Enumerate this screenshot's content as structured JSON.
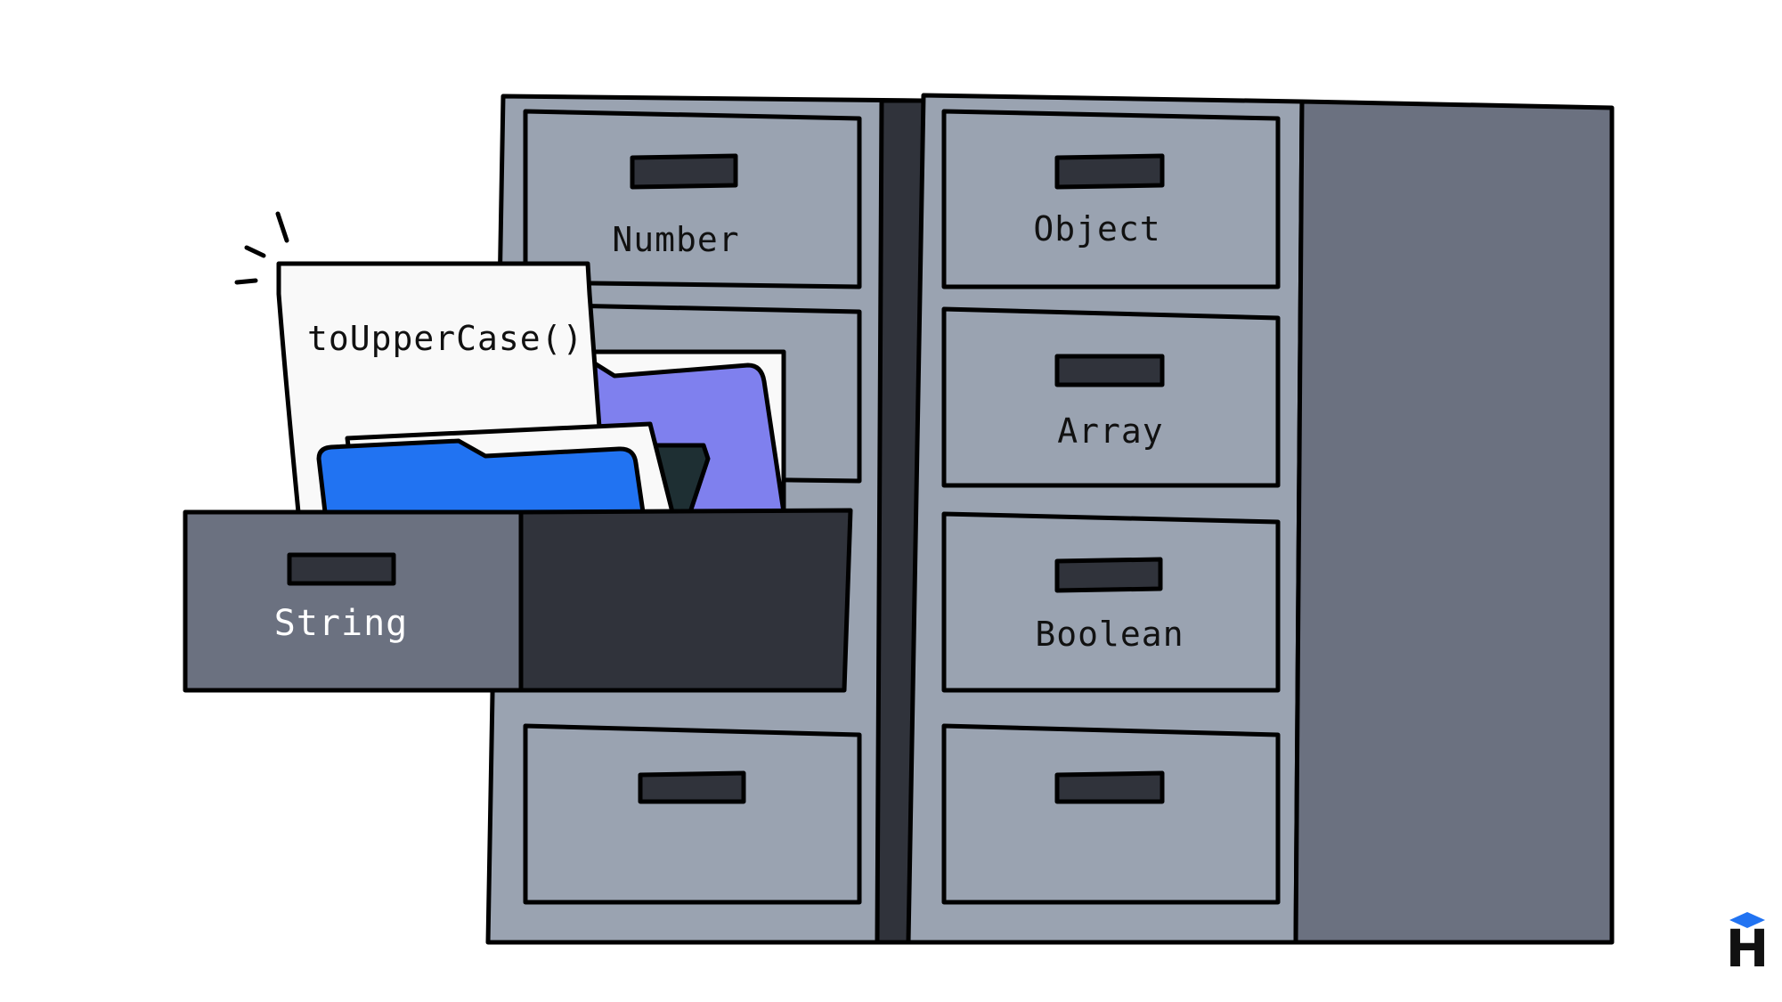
{
  "colors": {
    "cabinet": "#9AA3B1",
    "cabinet_dark": "#6B7180",
    "gap": "#30333B",
    "handle": "#30333B",
    "folder_blue": "#2173F2",
    "folder_purple": "#7F80EE",
    "folder_teal": "#1E2F33",
    "paper": "#F9F9F9",
    "outline": "#000000",
    "logo_blue": "#2173F2"
  },
  "drawers": {
    "number": {
      "label": "Number"
    },
    "object": {
      "label": "Object"
    },
    "array": {
      "label": "Array"
    },
    "boolean": {
      "label": "Boolean"
    },
    "string": {
      "label": "String"
    }
  },
  "paper": {
    "text": "toUpperCase()"
  },
  "logo": {
    "letter": "H"
  }
}
